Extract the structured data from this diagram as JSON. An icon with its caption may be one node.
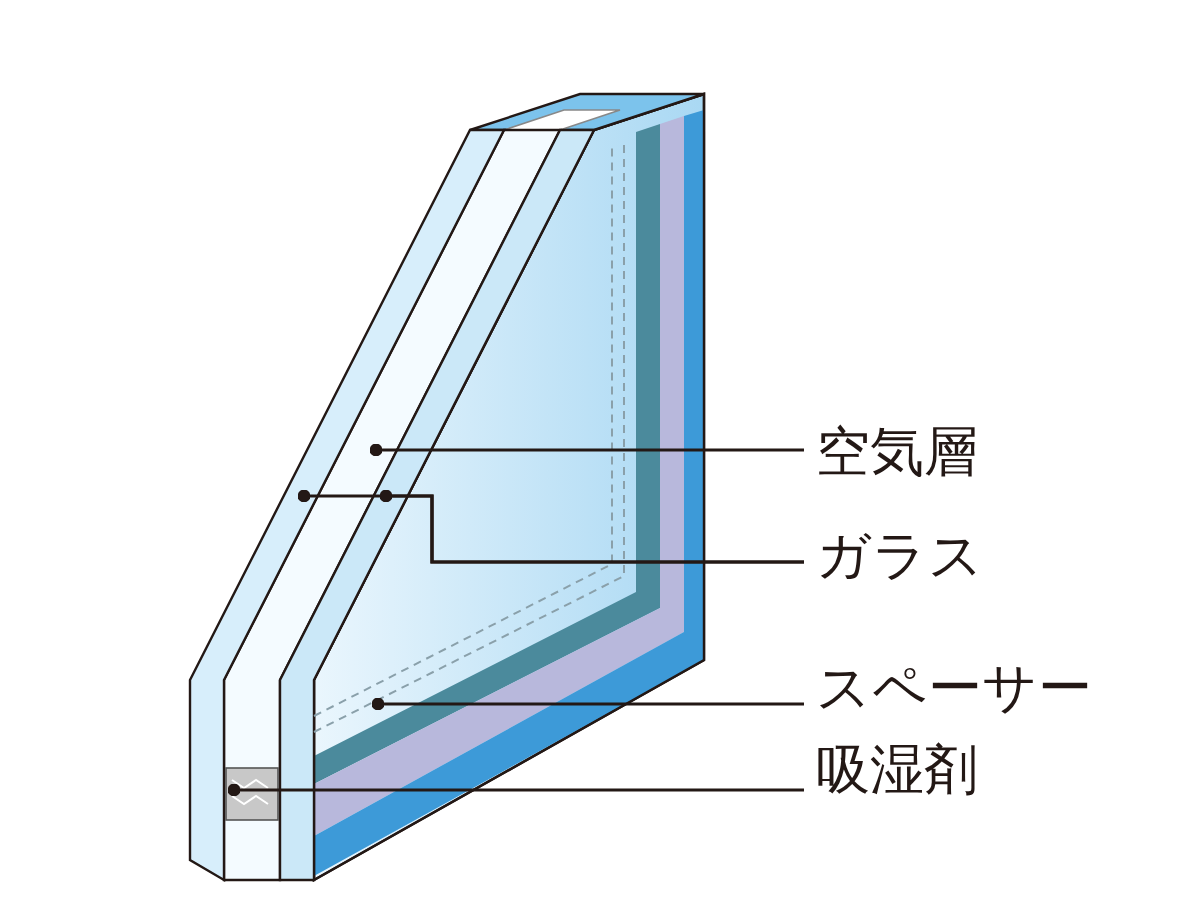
{
  "diagram": {
    "nodes": [
      {
        "text": [
          "空気層"
        ]
      },
      {
        "text": [
          "ガラス"
        ]
      },
      {
        "text": [
          "スペーサー"
        ]
      },
      {
        "text": [
          "吸湿剤"
        ]
      },
      {
        "text": [],
        "shape": "picture"
      },
      {
        "text": [],
        "shape": "picture"
      },
      {
        "text": [],
        "shape": "picture"
      },
      {
        "text": [],
        "shape": "picture"
      },
      {
        "text": [],
        "shape": "picture",
        "in": 4
      }
    ],
    "edges": [
      {
        "from": 0,
        "to": 4,
        "arrow": "other"
      },
      {
        "from": 1,
        "to": 5,
        "arrow": "other"
      },
      {
        "from": 1,
        "to": 6,
        "arrow": "other"
      },
      {
        "from": 2,
        "to": 7,
        "arrow": "other"
      },
      {
        "from": 3,
        "to": 8,
        "arrow": "other"
      }
    ]
  }
}
